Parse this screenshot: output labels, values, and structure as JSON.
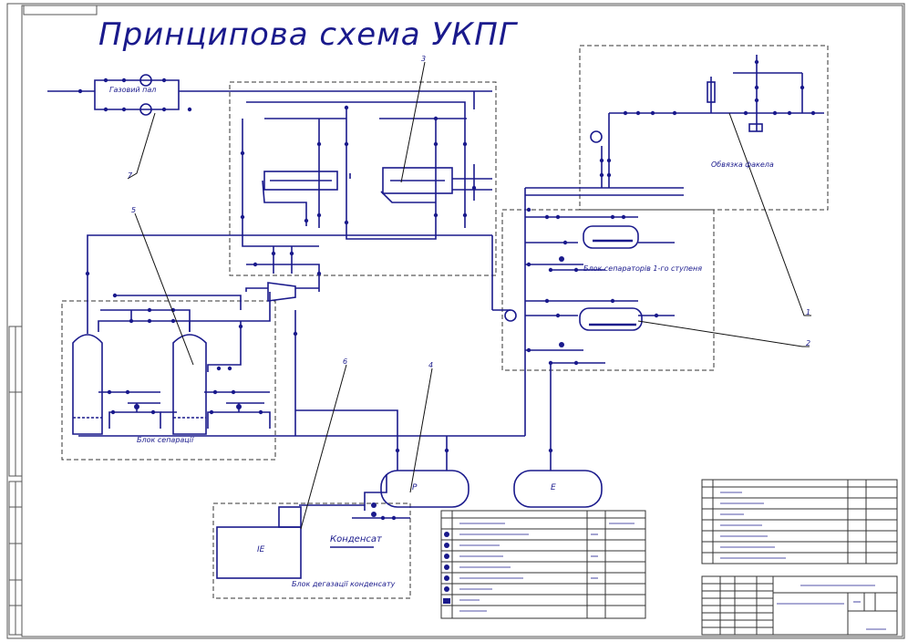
{
  "title": "Принципова схема УКПГ",
  "blocks": {
    "separation": "Блок сепарації",
    "condensate": "Блок дегазації конденсату",
    "condensate_stream": "Конденсат"
  },
  "equipment": {
    "r": "Р",
    "e": "Е",
    "ie": "ІЕ"
  },
  "leaders": [
    "1",
    "2",
    "3",
    "4",
    "5",
    "6",
    "7"
  ],
  "colors": {
    "pipe": "#1a1a8c",
    "frame": "#555555",
    "dash": "#333333"
  }
}
